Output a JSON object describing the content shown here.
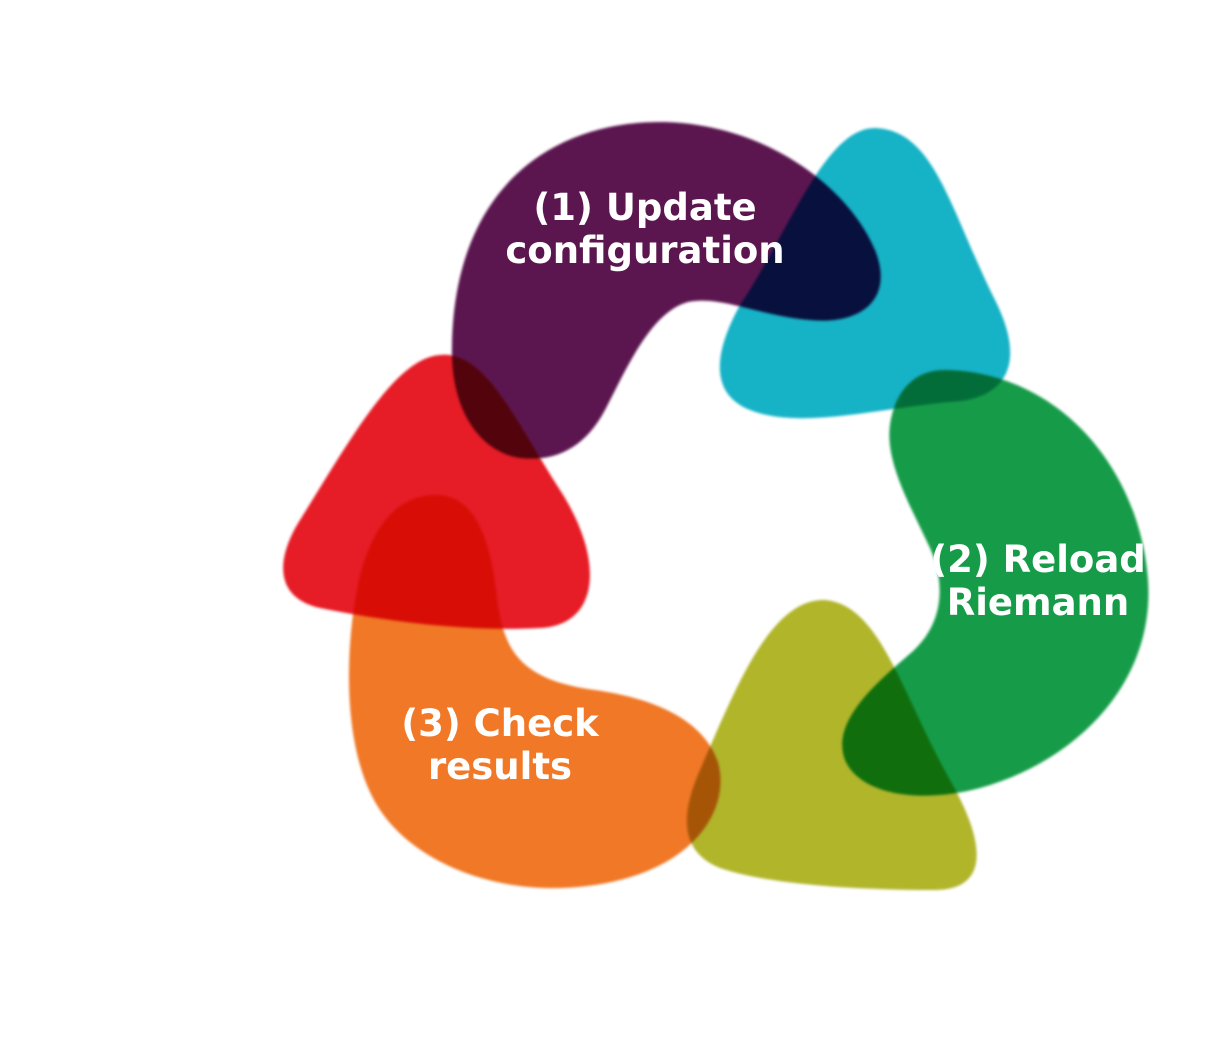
{
  "steps": [
    {
      "number": "(1)",
      "text": "(1) Update",
      "line2": "configuration",
      "color": "#5c1350"
    },
    {
      "number": "(2)",
      "text": "(2) Reload",
      "line2": "Riemann",
      "color": "#179c48"
    },
    {
      "number": "(3)",
      "text": "(3) Check",
      "line2": "results",
      "color": "#f07828"
    }
  ],
  "arrowheads": [
    {
      "name": "cyan",
      "color": "#19b2c6"
    },
    {
      "name": "olive",
      "color": "#b1b52a"
    },
    {
      "name": "red",
      "color": "#e61b25"
    }
  ]
}
